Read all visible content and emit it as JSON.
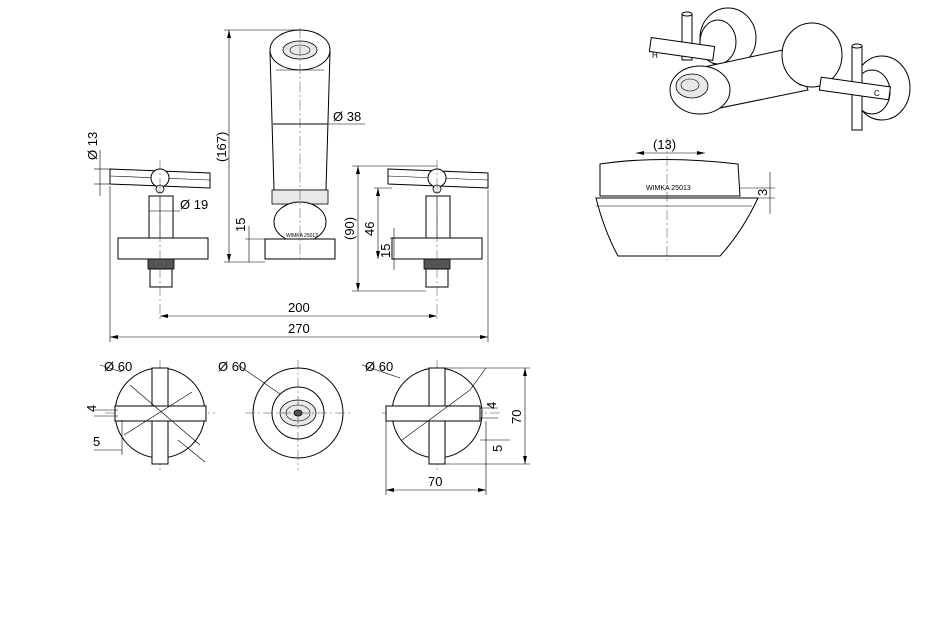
{
  "dimensions": {
    "d13": "Ø 13",
    "d19": "Ø 19",
    "d38": "Ø 38",
    "h167": "(167)",
    "h15_spout": "15",
    "h90": "(90)",
    "h46": "46",
    "h15_valve": "15",
    "w200": "200",
    "w270": "270",
    "d60_left": "Ø 60",
    "d60_mid": "Ø 60",
    "d60_right": "Ø 60",
    "v4_left": "4",
    "v5_left": "5",
    "v4_right": "4",
    "v5_right": "5",
    "h70": "70",
    "w70": "70",
    "d13_detail": "(13)",
    "h3": "3"
  },
  "markings": {
    "spout_label": "WIMKA 25013",
    "detail_label": "WIMKA 25013",
    "hot": "H",
    "cold": "C"
  }
}
